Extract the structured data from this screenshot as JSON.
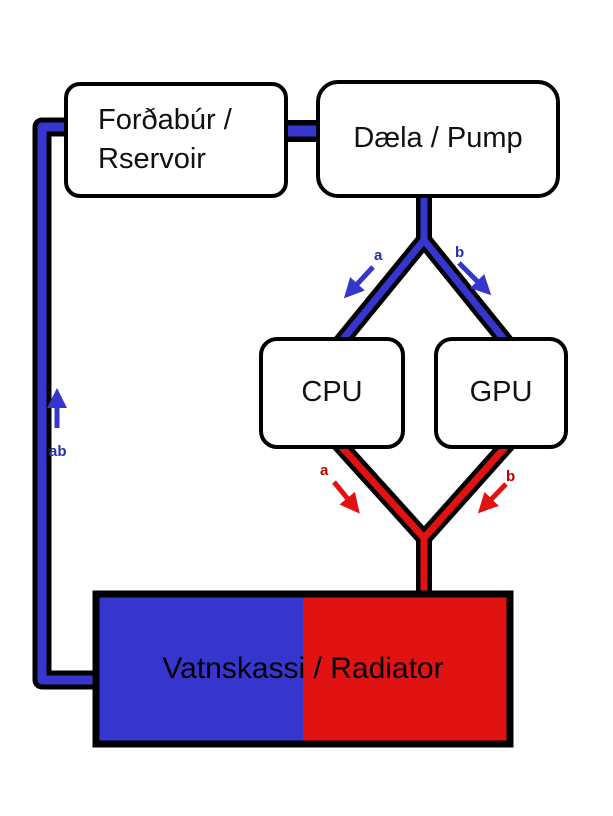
{
  "diagram": {
    "type": "flow-diagram",
    "subject": "PC water cooling loop",
    "nodes": {
      "reservoir": {
        "line1": "Forðabúr /",
        "line2": "Rservoir"
      },
      "pump": {
        "label": "Dæla / Pump"
      },
      "cpu": {
        "label": "CPU"
      },
      "gpu": {
        "label": "GPU"
      },
      "radiator": {
        "label": "Vatnskassi / Radiator"
      }
    },
    "flow_labels": {
      "cold_a": "a",
      "cold_b": "b",
      "hot_a": "a",
      "hot_b": "b",
      "return_ab": "ab"
    },
    "colors": {
      "cold": "#3636cf",
      "hot": "#e01212",
      "outline": "#000000",
      "label_cold": "#2230b4",
      "label_hot": "#bb0000"
    }
  }
}
